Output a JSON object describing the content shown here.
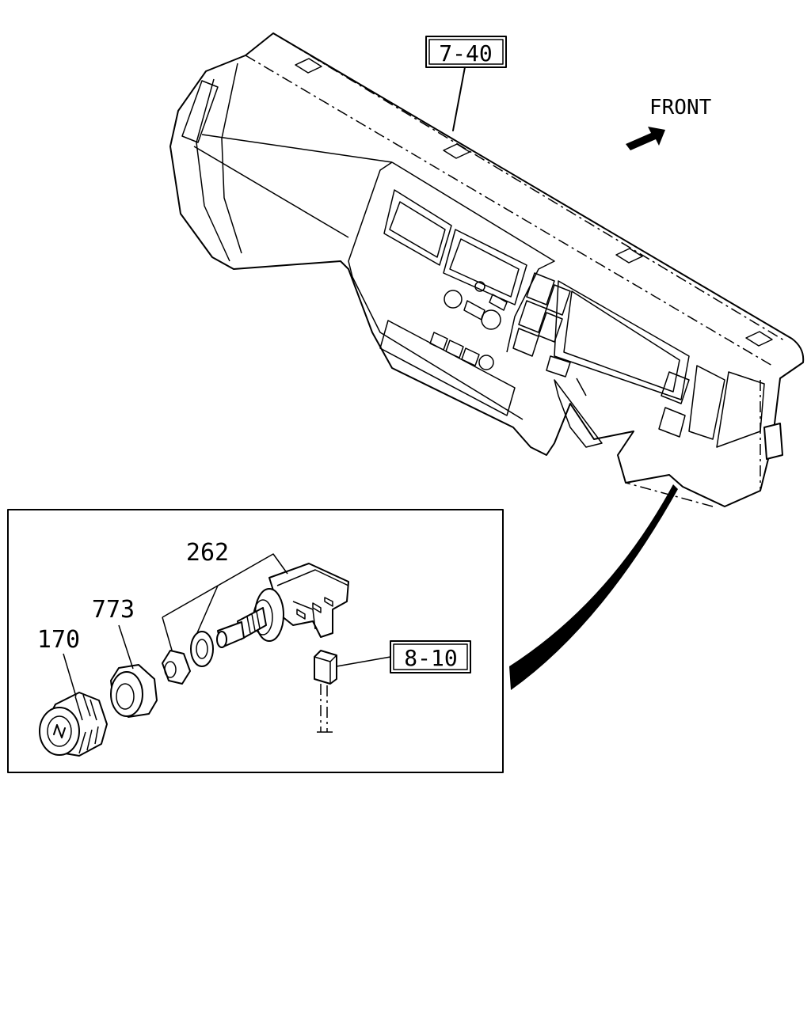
{
  "labels": {
    "instrument_panel_ref": "7-40",
    "front": "FRONT",
    "harness_ref": "8-10",
    "switch": "262",
    "nut": "773",
    "knob": "170"
  }
}
